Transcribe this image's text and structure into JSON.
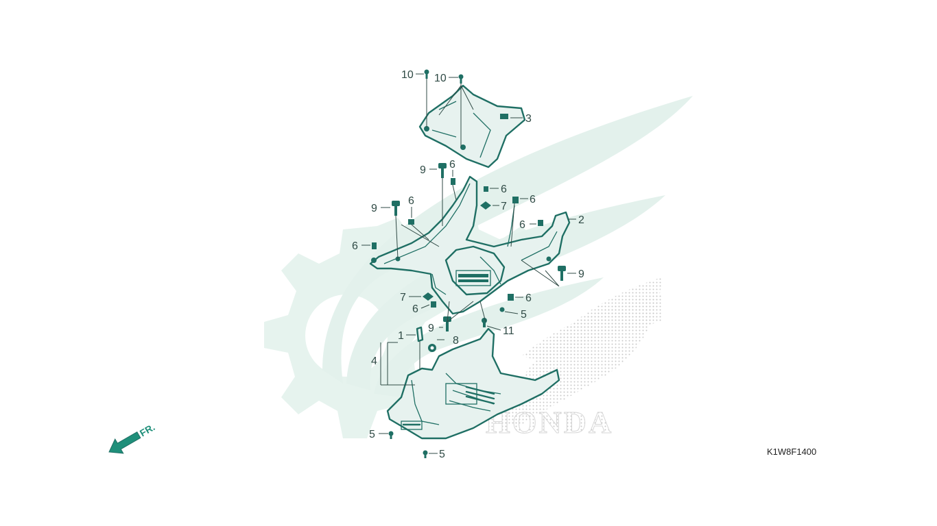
{
  "diagram": {
    "drawing_code": "K1W8F1400",
    "direction_label": "FR.",
    "watermark_text": "HONDA",
    "callouts": [
      {
        "id": "c10a",
        "text": "10"
      },
      {
        "id": "c10b",
        "text": "10"
      },
      {
        "id": "c3",
        "text": "3"
      },
      {
        "id": "c9a",
        "text": "9"
      },
      {
        "id": "c6a",
        "text": "6"
      },
      {
        "id": "c6b",
        "text": "6"
      },
      {
        "id": "c7a",
        "text": "7"
      },
      {
        "id": "c6c",
        "text": "6"
      },
      {
        "id": "c9b",
        "text": "9"
      },
      {
        "id": "c6d",
        "text": "6"
      },
      {
        "id": "c6e",
        "text": "6"
      },
      {
        "id": "c2",
        "text": "2"
      },
      {
        "id": "c6f",
        "text": "6"
      },
      {
        "id": "c9c",
        "text": "9"
      },
      {
        "id": "c7b",
        "text": "7"
      },
      {
        "id": "c6g",
        "text": "6"
      },
      {
        "id": "c6h",
        "text": "6"
      },
      {
        "id": "c5a",
        "text": "5"
      },
      {
        "id": "c9d",
        "text": "9"
      },
      {
        "id": "c11",
        "text": "11"
      },
      {
        "id": "c1",
        "text": "1"
      },
      {
        "id": "c8",
        "text": "8"
      },
      {
        "id": "c4",
        "text": "4"
      },
      {
        "id": "c5b",
        "text": "5"
      },
      {
        "id": "c5c",
        "text": "5"
      }
    ],
    "colors": {
      "part_line": "#1f6f64",
      "watermark_wing": "#e3f1ec",
      "watermark_dots": "#cfcfcf",
      "text": "#2f4a45"
    }
  }
}
